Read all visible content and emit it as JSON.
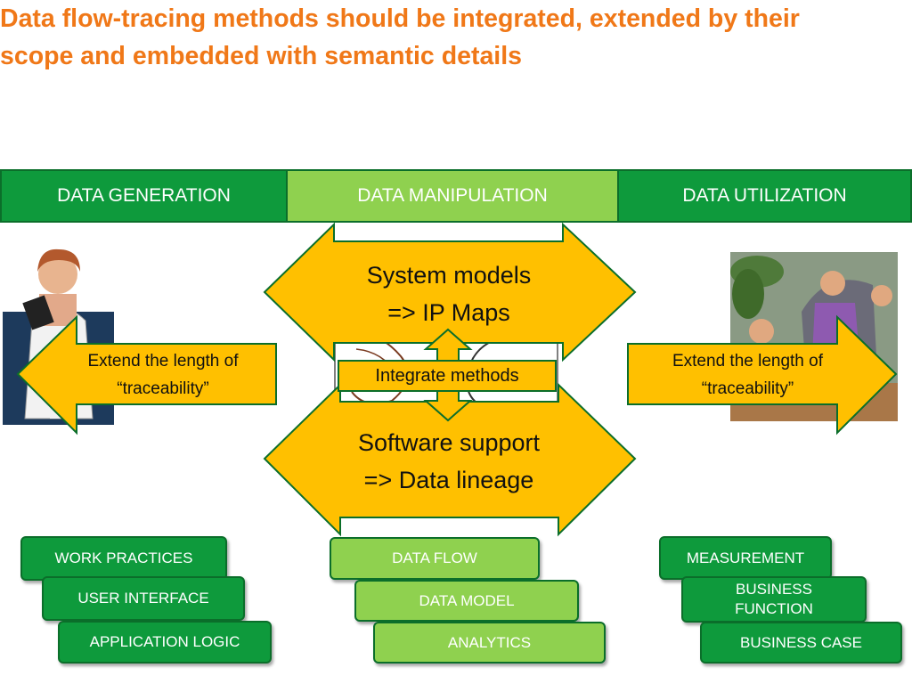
{
  "title": "Data flow-tracing methods should be integrated, extended by their scope and embedded with semantic details",
  "phases": [
    "DATA GENERATION",
    "DATA MANIPULATION",
    "DATA UTILIZATION"
  ],
  "center": {
    "top_arrow": [
      "System models",
      "=> IP Maps"
    ],
    "bottom_arrow": [
      "Software support",
      "=> Data lineage"
    ],
    "integrate": "Integrate methods"
  },
  "left_arrow": [
    "Extend the length of",
    "“traceability”"
  ],
  "right_arrow": [
    "Extend the length of",
    "“traceability”"
  ],
  "left_tags": [
    "WORK PRACTICES",
    "USER INTERFACE",
    "APPLICATION LOGIC"
  ],
  "center_tags": [
    "DATA FLOW",
    "DATA MODEL",
    "ANALYTICS"
  ],
  "right_tags": [
    "MEASUREMENT",
    "BUSINESS FUNCTION",
    "BUSINESS CASE"
  ],
  "colors": {
    "title": "#f07818",
    "phase_dark": "#0e9a3c",
    "phase_light": "#8fd14f",
    "arrow_fill": "#ffc000",
    "arrow_stroke": "#0b6e2a"
  }
}
